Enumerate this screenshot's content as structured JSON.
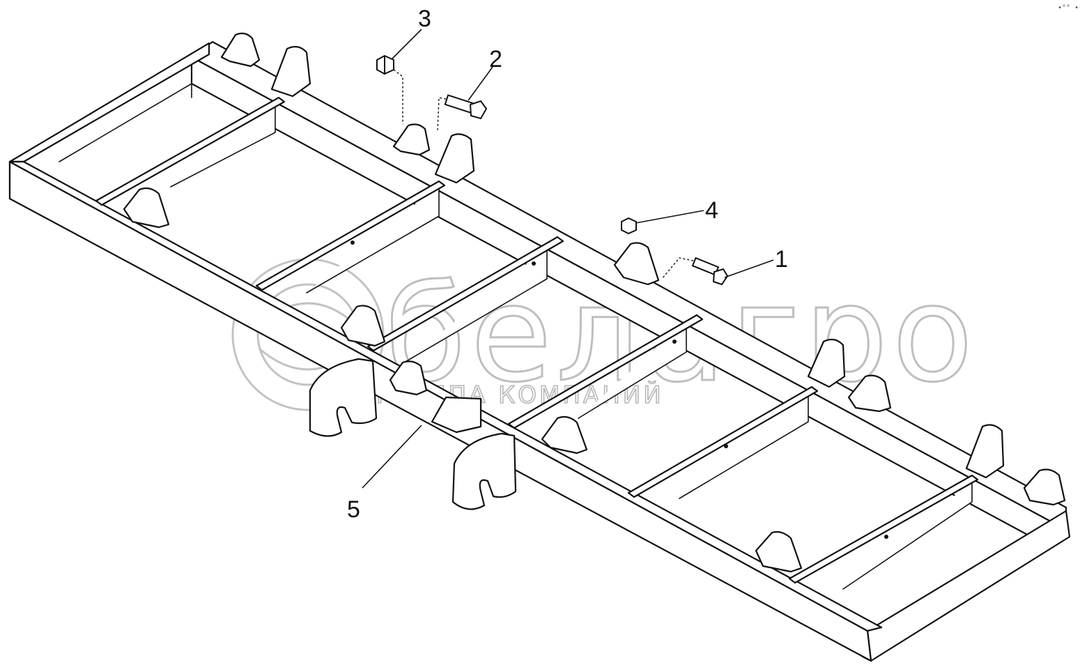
{
  "diagram": {
    "callouts": [
      {
        "id": "1",
        "label": "1"
      },
      {
        "id": "2",
        "label": "2"
      },
      {
        "id": "3",
        "label": "3"
      },
      {
        "id": "4",
        "label": "4"
      },
      {
        "id": "5",
        "label": "5"
      }
    ]
  },
  "watermark": {
    "brand": "белагро",
    "tagline": "ГРУППА КОМПАНИЙ"
  },
  "corner_mark": "•°° •••"
}
